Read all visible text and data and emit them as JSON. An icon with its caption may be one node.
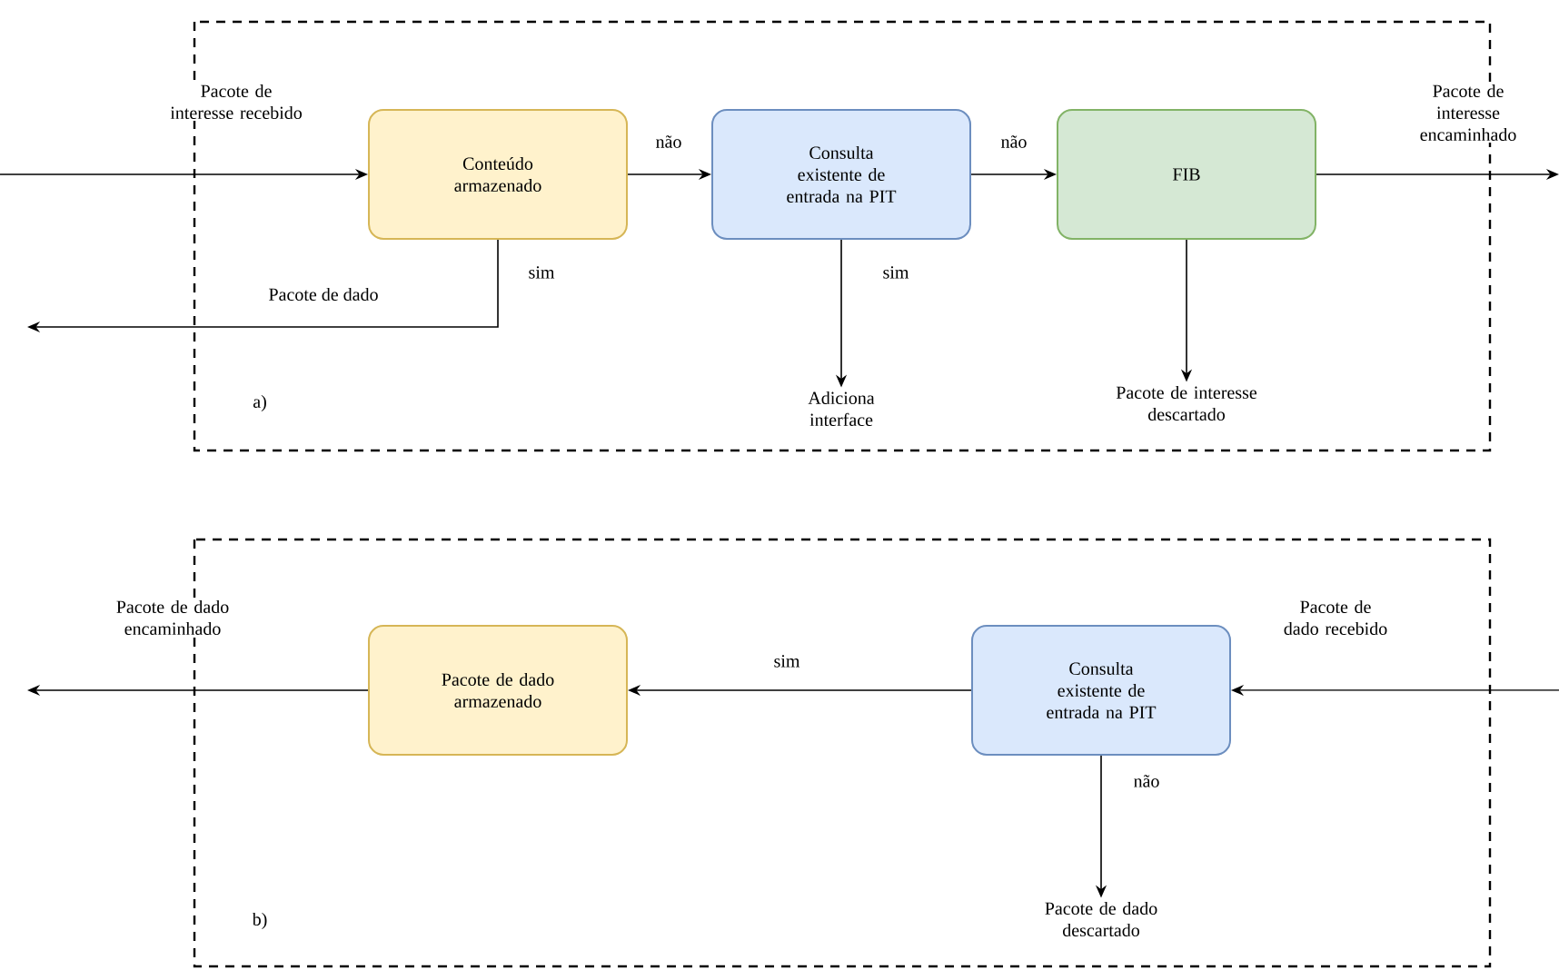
{
  "diagram": {
    "nodes": [
      {
        "text": [
          "Conteúdo armazenado"
        ]
      },
      {
        "text": [
          "Consulta existente de entrada na PIT"
        ]
      },
      {
        "text": [
          "FIB"
        ]
      },
      {
        "text": [
          "Adiciona interface"
        ]
      },
      {
        "text": [
          "Pacote de interesse descartado"
        ]
      },
      {
        "text": [
          "Pacote de dado armazenado"
        ]
      },
      {
        "text": [
          "Consulta existente de entrada na PIT"
        ]
      },
      {
        "text": [
          "Pacote de dado descartado"
        ]
      }
    ],
    "edges": [
      {
        "from": null,
        "to": 0,
        "arrow": "to",
        "label": "Pacote de interesse recebido"
      },
      {
        "from": 0,
        "to": 1,
        "arrow": "to",
        "label": "não"
      },
      {
        "from": 1,
        "to": 2,
        "arrow": "to",
        "label": "não"
      },
      {
        "from": 2,
        "to": null,
        "arrow": "to",
        "label": "Pacote de interesse encaminhado"
      },
      {
        "from": 0,
        "to": null,
        "arrow": "to",
        "label": "sim"
      },
      {
        "from": 1,
        "to": 3,
        "arrow": "to",
        "label": "sim"
      },
      {
        "from": 2,
        "to": 4,
        "arrow": "to"
      },
      {
        "from": null,
        "to": 6,
        "arrow": "to",
        "label": "Pacote de dado recebido"
      },
      {
        "from": 6,
        "to": 5,
        "arrow": "to",
        "label": "sim"
      },
      {
        "from": 5,
        "to": null,
        "arrow": "to",
        "label": "Pacote de dado encaminhado"
      },
      {
        "from": 6,
        "to": 7,
        "arrow": "to",
        "label": "não"
      }
    ],
    "labels": [
      "Pacote de dado",
      "a)",
      "b)"
    ]
  }
}
